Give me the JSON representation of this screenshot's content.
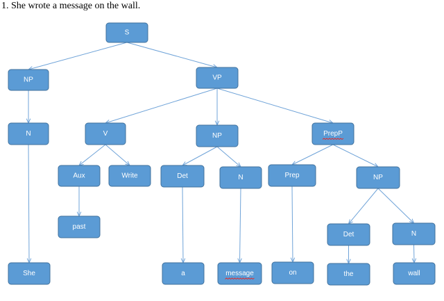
{
  "caption": "1.  She wrote a message on the wall.",
  "tree": {
    "nodes": [
      {
        "id": "s",
        "label": "S"
      },
      {
        "id": "np1",
        "label": "NP"
      },
      {
        "id": "vp",
        "label": "VP"
      },
      {
        "id": "n1",
        "label": "N"
      },
      {
        "id": "v",
        "label": "V"
      },
      {
        "id": "np2",
        "label": "NP"
      },
      {
        "id": "prepp",
        "label": "PrepP",
        "spellcheck": true
      },
      {
        "id": "aux",
        "label": "Aux"
      },
      {
        "id": "write",
        "label": "Write"
      },
      {
        "id": "det1",
        "label": "Det"
      },
      {
        "id": "n2",
        "label": "N"
      },
      {
        "id": "prep",
        "label": "Prep"
      },
      {
        "id": "np3",
        "label": "NP"
      },
      {
        "id": "past",
        "label": "past"
      },
      {
        "id": "det2",
        "label": "Det"
      },
      {
        "id": "n3",
        "label": "N"
      },
      {
        "id": "she",
        "label": "She"
      },
      {
        "id": "a",
        "label": "a"
      },
      {
        "id": "message",
        "label": "message",
        "spellcheck": true
      },
      {
        "id": "on",
        "label": "on"
      },
      {
        "id": "the",
        "label": "the"
      },
      {
        "id": "wall",
        "label": "wall"
      }
    ],
    "edges": [
      [
        "s",
        "np1"
      ],
      [
        "s",
        "vp"
      ],
      [
        "np1",
        "n1"
      ],
      [
        "n1",
        "she"
      ],
      [
        "vp",
        "v"
      ],
      [
        "vp",
        "np2"
      ],
      [
        "vp",
        "prepp"
      ],
      [
        "v",
        "aux"
      ],
      [
        "v",
        "write"
      ],
      [
        "aux",
        "past"
      ],
      [
        "np2",
        "det1"
      ],
      [
        "np2",
        "n2"
      ],
      [
        "det1",
        "a"
      ],
      [
        "n2",
        "message"
      ],
      [
        "prepp",
        "prep"
      ],
      [
        "prepp",
        "np3"
      ],
      [
        "prep",
        "on"
      ],
      [
        "np3",
        "det2"
      ],
      [
        "np3",
        "n3"
      ],
      [
        "det2",
        "the"
      ],
      [
        "n3",
        "wall"
      ]
    ]
  }
}
